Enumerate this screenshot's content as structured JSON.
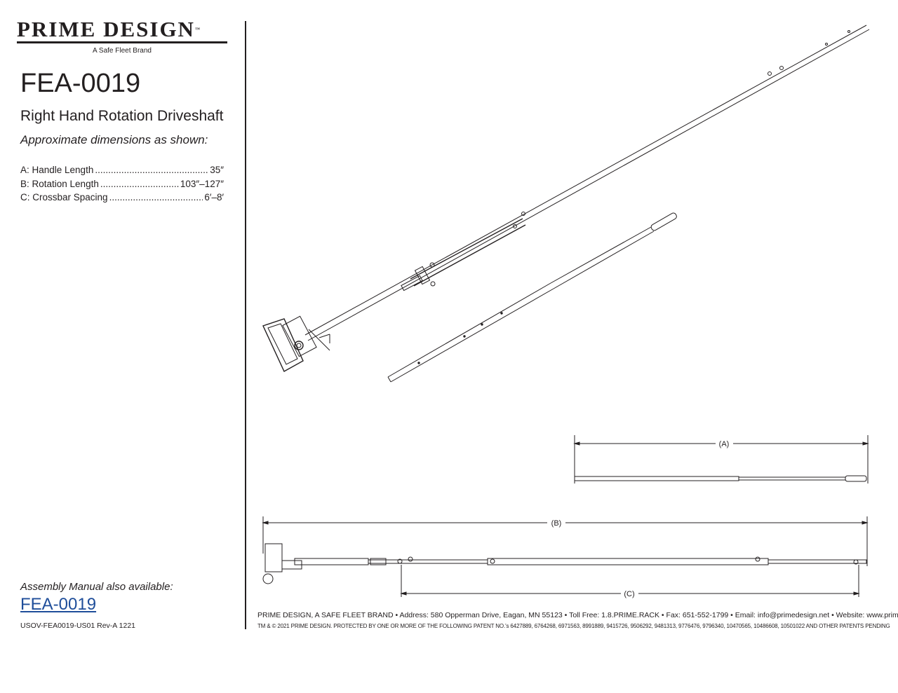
{
  "logo": {
    "brand": "Prime Design",
    "tm": "™",
    "tagline": "A Safe Fleet Brand"
  },
  "title": "FEA-0019",
  "subtitle": "Right Hand Rotation Driveshaft",
  "approx": "Approximate dimensions as shown:",
  "dimensions": [
    {
      "label": "A: Handle Length",
      "value": "35″"
    },
    {
      "label": "B: Rotation Length",
      "value": "103″–127″"
    },
    {
      "label": "C: Crossbar Spacing",
      "value": "6′–8′"
    }
  ],
  "assembly": {
    "text": "Assembly Manual also available:",
    "link": "FEA-0019"
  },
  "doc_id": "USOV-FEA0019-US01 Rev-A 1221",
  "footer": {
    "line1": "PRIME DESIGN, A SAFE FLEET BRAND • Address: 580 Opperman Drive, Eagan, MN 55123 • Toll Free: 1.8.PRIME.RACK • Fax: 651-552-1799 • Email: info@primedesign.net • Website: www.primedesign.net",
    "line2": "TM & © 2021 PRIME DESIGN. PROTECTED BY ONE OR MORE OF THE FOLLOWING PATENT NO.'s 6427889, 6764268, 6971563, 8991889, 9415726, 9506292, 9481313, 9776476, 9796340, 10470565, 10486608, 10501022 AND OTHER PATENTS PENDING"
  },
  "drawing": {
    "label_a": "(A)",
    "label_b": "(B)",
    "label_c": "(C)",
    "line_color": "#231f20"
  }
}
